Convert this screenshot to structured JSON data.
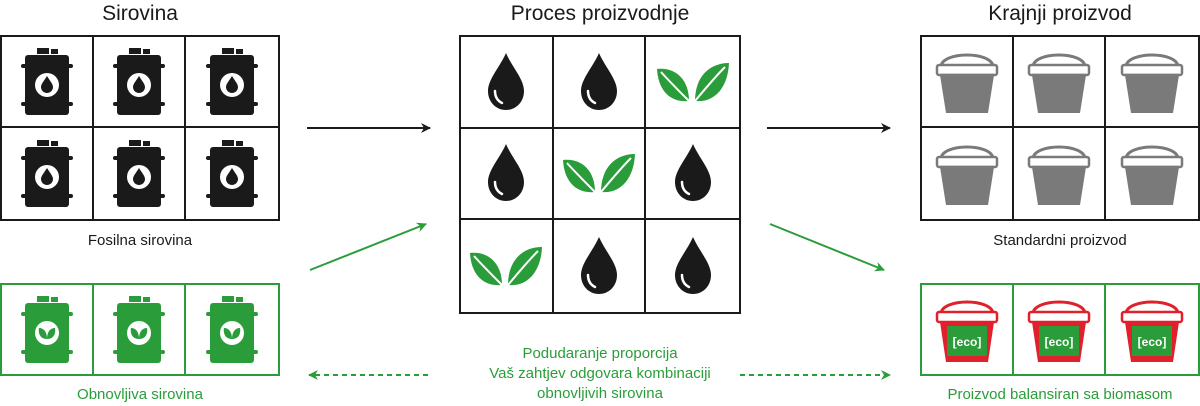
{
  "columns": {
    "left_title": "Sirovina",
    "middle_title": "Proces proizvodnje",
    "right_title": "Krajnji proizvod"
  },
  "captions": {
    "fossil": "Fosilna sirovina",
    "renewable": "Obnovljiva sirovina",
    "standard": "Standardni proizvod",
    "balanced": "Proizvod balansiran sa biomasom"
  },
  "middle_text": {
    "line1": "Podudaranje proporcija",
    "line2": "Vaš zahtjev odgovara kombinaciji",
    "line3": "obnovljivih sirovina"
  },
  "eco_label": "[eco]",
  "process_grid": [
    "drop-icon",
    "drop-icon",
    "leaf-icon",
    "drop-icon",
    "leaf-icon",
    "drop-icon",
    "leaf-icon",
    "drop-icon",
    "drop-icon"
  ],
  "colors": {
    "black": "#1a1a1a",
    "green": "#2a9d3a",
    "gray_bucket": "#7a7a7a",
    "red": "#e0202a"
  }
}
